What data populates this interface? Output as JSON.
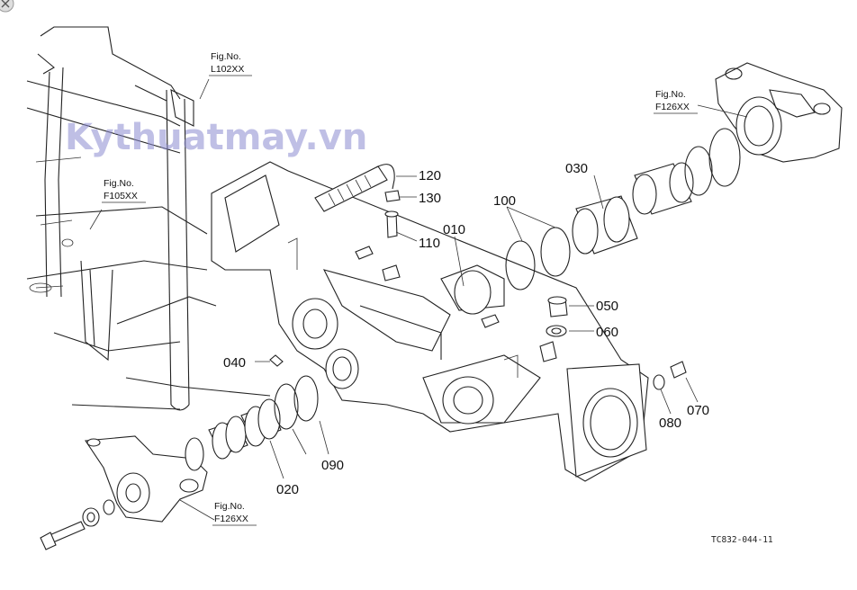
{
  "watermark": "Kythuatmay.vn",
  "drawing_code": "TC832-044-11",
  "fig_refs": [
    {
      "line1": "Fig.No.",
      "line2": "L102XX"
    },
    {
      "line1": "Fig.No.",
      "line2": "F105XX"
    },
    {
      "line1": "Fig.No.",
      "line2": "F126XX"
    },
    {
      "line1": "Fig.No.",
      "line2": "F126XX"
    }
  ],
  "part_labels": [
    "120",
    "130",
    "110",
    "010",
    "100",
    "030",
    "050",
    "060",
    "040",
    "070",
    "080",
    "090",
    "020"
  ],
  "colors": {
    "line": "#222222",
    "watermark": "#8a8ad0"
  }
}
